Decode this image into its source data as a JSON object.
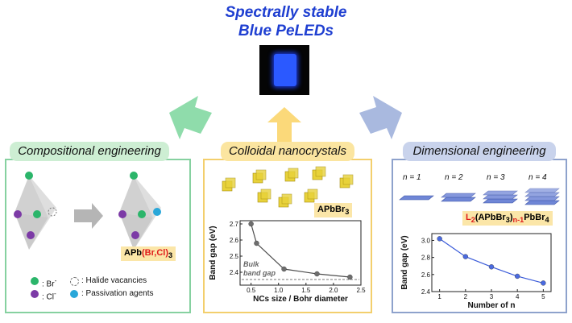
{
  "title": {
    "line1": "Spectrally stable",
    "line2": "Blue PeLEDs"
  },
  "panels": {
    "left": {
      "header": "Compositional engineering",
      "badge_prefix": "APb",
      "badge_red": "(Br,Cl)",
      "badge_sub": "3",
      "legend": {
        "br": ": Br",
        "br_sup": "-",
        "cl": ": Cl",
        "cl_sup": "-",
        "vacancy": ": Halide vacancies",
        "passivation": ": Passivation agents"
      },
      "colors": {
        "panel": "#86d1a0",
        "header_fill": "#cdeed3",
        "br": "#2bb56a",
        "cl": "#7c3aa6",
        "passivation": "#29a7d9"
      }
    },
    "middle": {
      "header": "Colloidal nanocrystals",
      "badge_prefix": "APbBr",
      "badge_sub": "3",
      "colors": {
        "panel": "#f3cf6d",
        "header_fill": "#fbe5a0",
        "crystal": "#e8d23a"
      }
    },
    "right": {
      "header": "Dimensional engineering",
      "n_labels": [
        "n = 1",
        "n = 2",
        "n = 3",
        "n = 4"
      ],
      "formula": {
        "L": "L",
        "Lsub": "2",
        "mid": "(APbBr",
        "midsub": "3",
        "close": ")",
        "nsub": "n-1",
        "tail": "PbBr",
        "tailsub": "4"
      },
      "colors": {
        "panel": "#8ea2cc",
        "header_fill": "#c9d3ec",
        "slab": "#6f86d6",
        "line": "#3a5bd9"
      }
    }
  },
  "chart_data": [
    {
      "type": "line",
      "xlabel": "NCs size / Bohr diameter",
      "ylabel": "Band gap (eV)",
      "x": [
        0.5,
        0.6,
        1.1,
        1.7,
        2.3
      ],
      "y": [
        2.7,
        2.58,
        2.42,
        2.39,
        2.37
      ],
      "xlim": [
        0.3,
        2.5
      ],
      "ylim": [
        2.32,
        2.72
      ],
      "xticks": [
        "0.5",
        "1.0",
        "1.5",
        "2.0",
        "2.5"
      ],
      "yticks": [
        "2.4",
        "2.5",
        "2.6",
        "2.7"
      ],
      "annotation": "Bulk band gap",
      "bulk": 2.355,
      "colors": {
        "line": "#4d4d4d",
        "marker": "#6e6e6e",
        "dash": "#777777"
      }
    },
    {
      "type": "line",
      "xlabel": "Number of n",
      "ylabel": "Band gap (eV)",
      "x": [
        1,
        2,
        3,
        4,
        5
      ],
      "y": [
        3.02,
        2.81,
        2.69,
        2.58,
        2.5
      ],
      "xlim": [
        0.7,
        5.3
      ],
      "ylim": [
        2.4,
        3.08
      ],
      "xticks": [
        "1",
        "2",
        "3",
        "4",
        "5"
      ],
      "yticks": [
        "2.4",
        "2.6",
        "2.8",
        "3.0"
      ],
      "colors": {
        "line": "#3a5bd9",
        "marker": "#4a6ae0"
      }
    }
  ]
}
